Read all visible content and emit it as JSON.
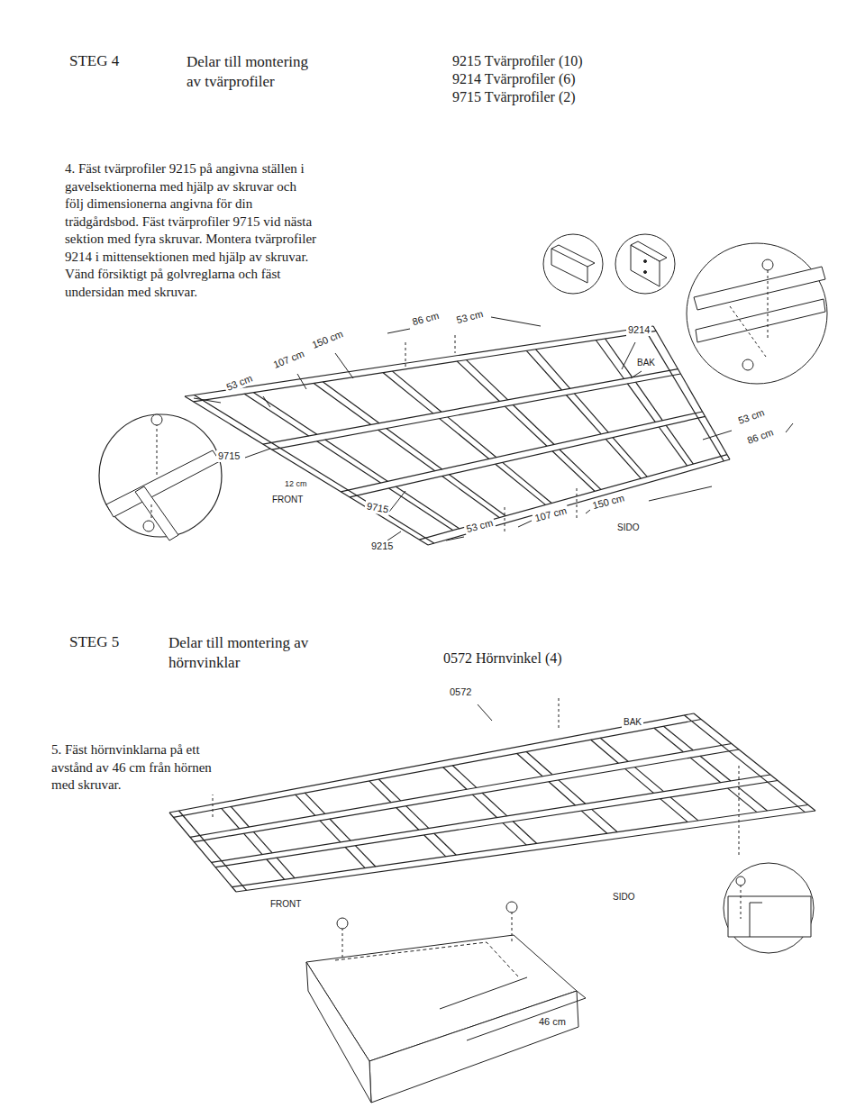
{
  "diagram": {
    "labels": [
      "STEG 4",
      "Delar till montering av tvärprofiler",
      "9215 Tvärprofiler (10)",
      "9214 Tvärprofiler (6)",
      "9715 Tvärprofiler (2)",
      "4. Fäst tvärprofiler 9215 på angivna ställen i gavelsektionerna med hjälp av skruvar och följ dimensionerna angivna för din trädgårdsbod. Fäst tvärprofiler 9715 vid nästa sektion med fyra skruvar. Montera tvärprofiler 9214 i mittensektionen med hjälp av skruvar. Vänd försiktigt på golvreglarna och fäst undersidan med skruvar.",
      "150 cm",
      "107 cm",
      "53 cm",
      "86 cm",
      "53 cm",
      "9214",
      "BAK",
      "9715",
      "12 cm",
      "FRONT",
      "9715",
      "9215",
      "53 cm",
      "107 cm",
      "150 cm",
      "SIDO",
      "53 cm",
      "86 cm",
      "STEG 5",
      "Delar till montering av hörnvinklar",
      "0572 Hörnvinkel (4)",
      "0572",
      "BAK",
      "5. Fäst hörnvinklarna på ett avstånd av 46 cm från hörnen med skruvar.",
      "FRONT",
      "SIDO",
      "46 cm"
    ]
  }
}
